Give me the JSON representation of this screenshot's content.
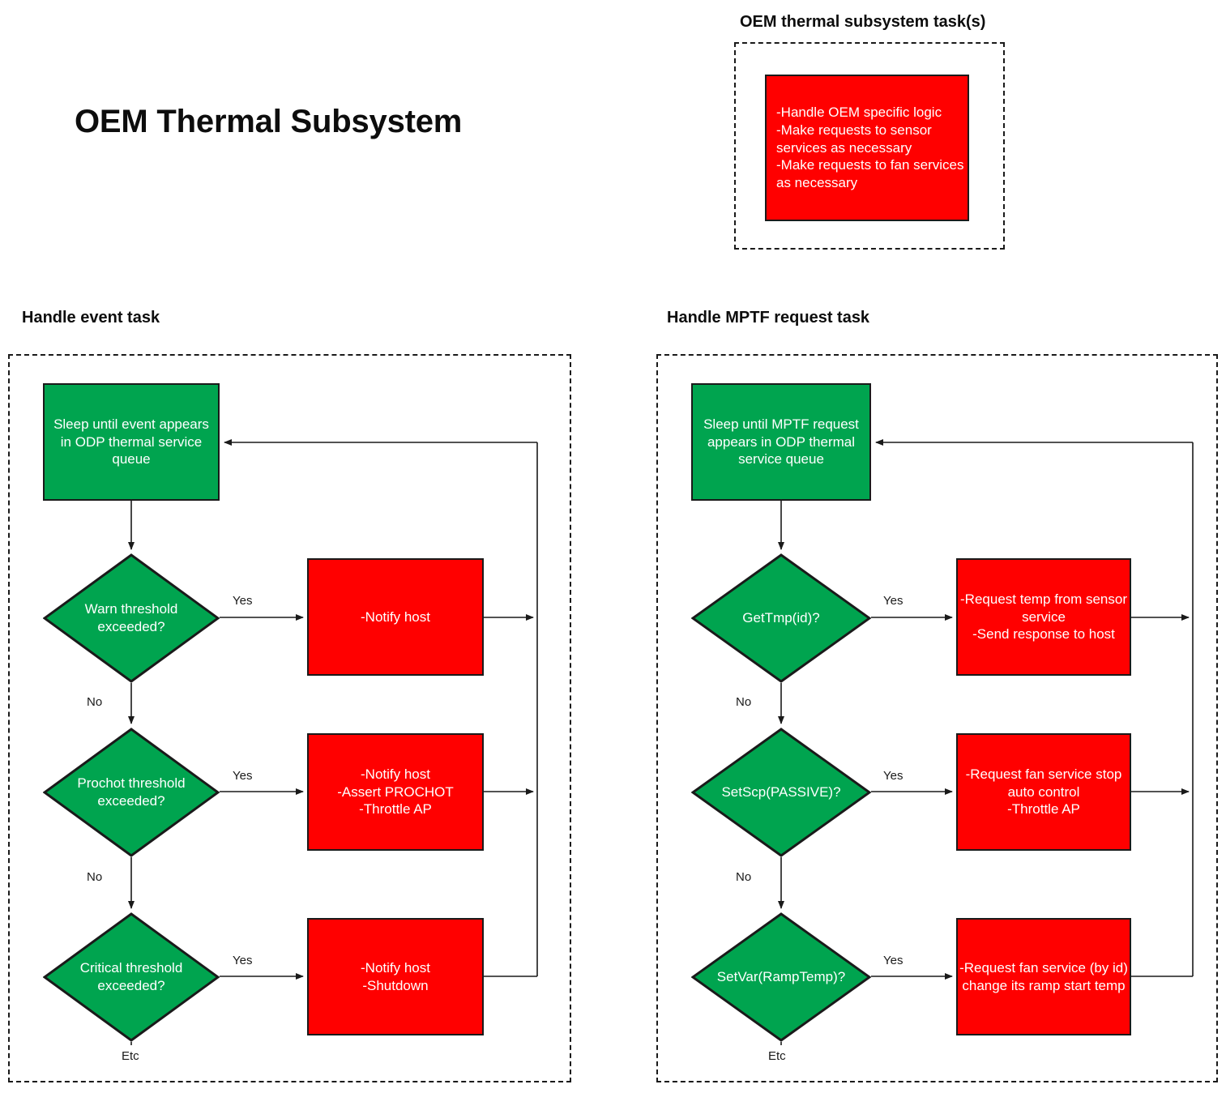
{
  "page": {
    "title": "OEM Thermal Subsystem",
    "background": "#ffffff",
    "colors": {
      "green": "#00A44F",
      "red": "#FF0000",
      "stroke": "#1a1a1a",
      "text_on_shape": "#ffffff"
    }
  },
  "oem_panel": {
    "title": "OEM thermal subsystem task(s)",
    "box_text": "-Handle OEM specific logic\n-Make requests to sensor services as necessary\n-Make requests to fan services as necessary"
  },
  "event_panel": {
    "title": "Handle event task",
    "start": {
      "label": "Sleep until event appears in ODP thermal service queue"
    },
    "etc_label": "Etc",
    "rows": [
      {
        "decision": "Warn threshold\nexceeded?",
        "yes_label": "Yes",
        "no_label": "No",
        "action": "-Notify host"
      },
      {
        "decision": "Prochot threshold\nexceeded?",
        "yes_label": "Yes",
        "no_label": "No",
        "action": "-Notify host\n-Assert PROCHOT\n-Throttle AP"
      },
      {
        "decision": "Critical threshold\nexceeded?",
        "yes_label": "Yes",
        "no_label": "",
        "action": "-Notify host\n-Shutdown"
      }
    ]
  },
  "mptf_panel": {
    "title": "Handle MPTF request task",
    "start": {
      "label": "Sleep until MPTF request appears in ODP thermal service queue"
    },
    "etc_label": "Etc",
    "rows": [
      {
        "decision": "GetTmp(id)?",
        "yes_label": "Yes",
        "no_label": "No",
        "action": "-Request temp from sensor service\n-Send response to host"
      },
      {
        "decision": "SetScp(PASSIVE)?",
        "yes_label": "Yes",
        "no_label": "No",
        "action": "-Request fan service stop auto control\n-Throttle AP"
      },
      {
        "decision": "SetVar(RampTemp)?",
        "yes_label": "Yes",
        "no_label": "",
        "action": "-Request fan service (by id) change its ramp start temp"
      }
    ]
  }
}
